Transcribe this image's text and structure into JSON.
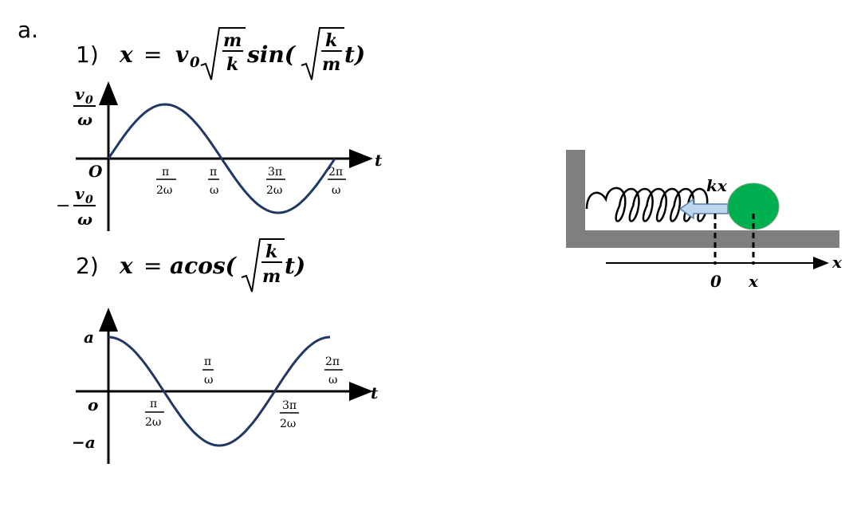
{
  "part_label": "a.",
  "eq1": {
    "number": "1)",
    "lhs": "x",
    "equals": "=",
    "v0": "v",
    "v0_sub": "0",
    "frac1_num": "m",
    "frac1_den": "k",
    "func": "sin(",
    "frac2_num": "k",
    "frac2_den": "m",
    "tail": "t)"
  },
  "graph1": {
    "y_top_num": "v",
    "y_top_sub": "0",
    "y_top_den": "ω",
    "origin": "O",
    "y_bot_sign": "−",
    "y_bot_num": "v",
    "y_bot_sub": "0",
    "y_bot_den": "ω",
    "t_label": "t",
    "ticks": [
      {
        "num": "π",
        "den": "2ω"
      },
      {
        "num": "π",
        "den": "ω"
      },
      {
        "num": "3π",
        "den": "2ω"
      },
      {
        "num": "2π",
        "den": "ω"
      }
    ]
  },
  "eq2": {
    "number": "2)",
    "lhs": "x",
    "equals": "=",
    "func": "acos(",
    "frac_num": "k",
    "frac_den": "m",
    "tail": "t)"
  },
  "graph2": {
    "a_label": "a",
    "origin": "o",
    "neg_a": "−a",
    "t_label": "t",
    "ticks": [
      {
        "num": "π",
        "den": "2ω"
      },
      {
        "num": "π",
        "den": "ω"
      },
      {
        "num": "3π",
        "den": "2ω"
      },
      {
        "num": "2π",
        "den": "ω"
      }
    ]
  },
  "spring_diagram": {
    "force_label": "kx",
    "axis_label": "x",
    "zero_label": "0",
    "pos_label": "x",
    "colors": {
      "wall": "#7f7f7f",
      "ball": "#00b050",
      "arrow": "#bdd7ee",
      "curve": "#1f3864"
    }
  }
}
